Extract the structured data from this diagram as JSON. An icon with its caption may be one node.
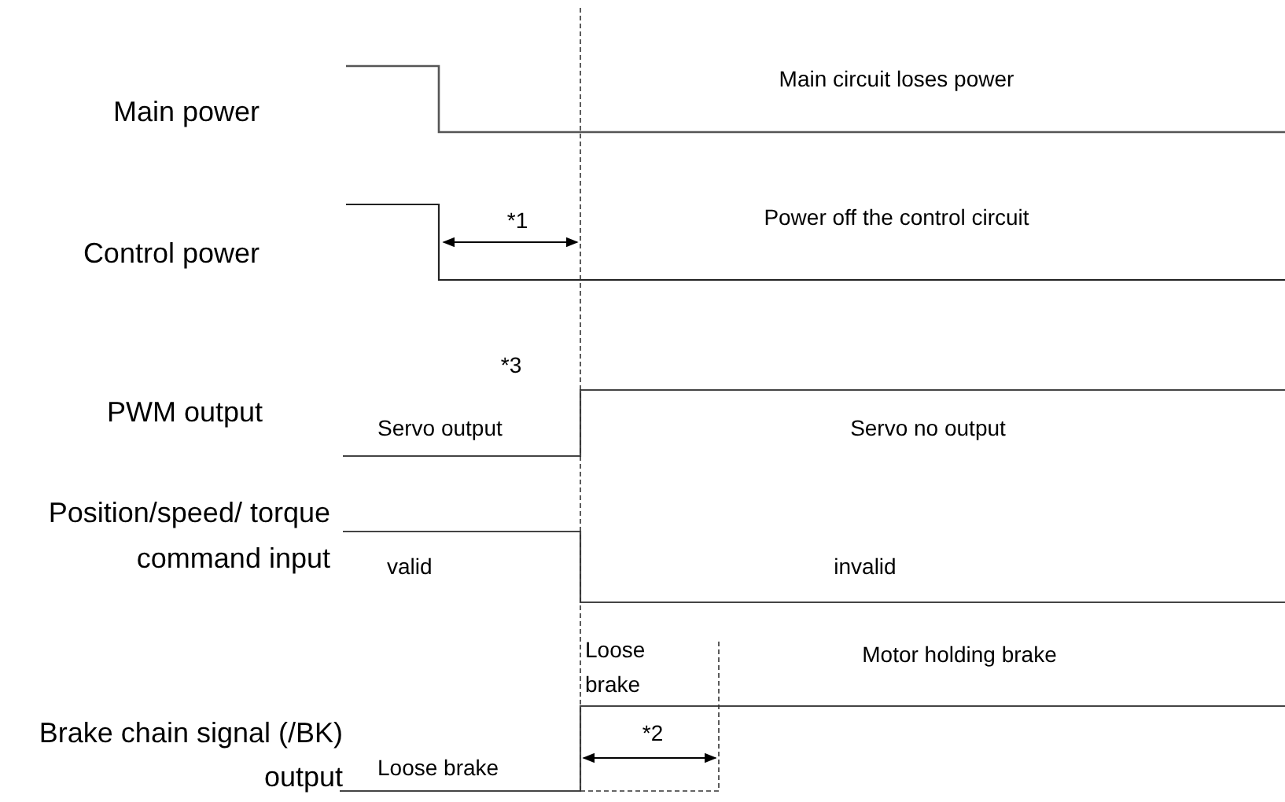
{
  "diagram": {
    "labels": [
      "Main power",
      "Main circuit loses power",
      "Control power",
      "*1",
      "Power off the control circuit",
      "*3",
      "PWM output",
      "Servo output",
      "Servo no output",
      "Position/speed/ torque command input",
      "valid",
      "invalid",
      "Loose brake",
      "Motor holding brake",
      "Brake chain signal (/BK) output",
      "*2",
      "Loose brake"
    ]
  }
}
